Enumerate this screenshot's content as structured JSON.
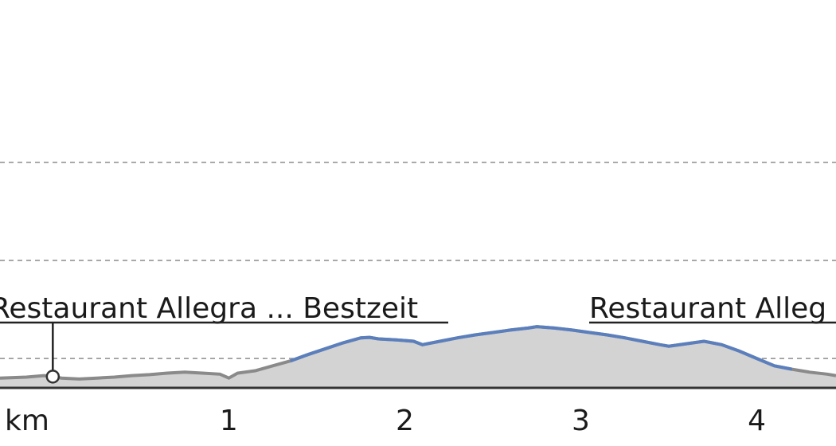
{
  "chart_data": {
    "type": "area",
    "xlabel": "km",
    "x_ticks": [
      "",
      "1",
      "2",
      "3",
      "4"
    ],
    "xlim": [
      -0.3,
      4.45
    ],
    "ylim": [
      0,
      6.5
    ],
    "grid": "horizontal dashed",
    "colors": {
      "fill": "#d3d3d3",
      "line_default": "#8a8a8a",
      "line_highlight": "#5b7fbd",
      "axis": "#333333",
      "grid": "#8c8c8c"
    },
    "profile": {
      "x": [
        -0.3,
        -0.15,
        -0.05,
        0.0,
        0.05,
        0.15,
        0.25,
        0.35,
        0.45,
        0.55,
        0.65,
        0.75,
        0.85,
        0.95,
        1.0,
        1.05,
        1.15,
        1.25,
        1.35,
        1.45,
        1.55,
        1.65,
        1.75,
        1.8,
        1.85,
        1.95,
        2.05,
        2.1,
        2.2,
        2.3,
        2.4,
        2.5,
        2.6,
        2.7,
        2.75,
        2.85,
        2.95,
        3.05,
        3.15,
        3.25,
        3.35,
        3.45,
        3.5,
        3.6,
        3.7,
        3.8,
        3.9,
        4.0,
        4.1,
        4.2,
        4.3,
        4.4,
        4.45
      ],
      "y": [
        0.2,
        0.22,
        0.25,
        0.23,
        0.2,
        0.18,
        0.2,
        0.22,
        0.25,
        0.27,
        0.3,
        0.32,
        0.3,
        0.28,
        0.2,
        0.3,
        0.35,
        0.45,
        0.55,
        0.68,
        0.8,
        0.92,
        1.02,
        1.03,
        1.0,
        0.98,
        0.95,
        0.88,
        0.95,
        1.02,
        1.08,
        1.13,
        1.18,
        1.22,
        1.25,
        1.22,
        1.18,
        1.13,
        1.08,
        1.02,
        0.95,
        0.88,
        0.85,
        0.9,
        0.95,
        0.88,
        0.75,
        0.6,
        0.45,
        0.38,
        0.32,
        0.28,
        0.25
      ],
      "highlight_range": [
        1.35,
        4.2
      ]
    },
    "annotations": [
      {
        "text": "Restaurant Allegra ... Bestzeit",
        "marker_x": 0.0
      },
      {
        "text": "Restaurant Alleg"
      }
    ]
  }
}
